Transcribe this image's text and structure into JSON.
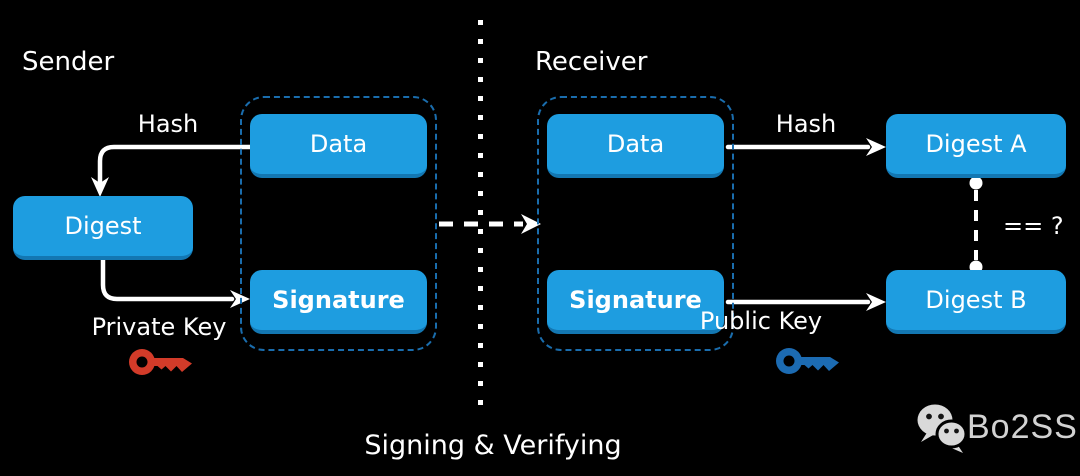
{
  "caption": "Signing & Verifying",
  "sender": {
    "label": "Sender",
    "hash_label": "Hash",
    "private_key_label": "Private Key",
    "data_label": "Data",
    "signature_label": "Signature",
    "digest_label": "Digest"
  },
  "receiver": {
    "label": "Receiver",
    "hash_label": "Hash",
    "public_key_label": "Public Key",
    "data_label": "Data",
    "signature_label": "Signature",
    "digest_a_label": "Digest A",
    "digest_b_label": "Digest B"
  },
  "compare": {
    "label": "== ?"
  },
  "watermark": {
    "text": "Bo2SS",
    "icon": "wechat-icon"
  },
  "icons": {
    "private_key": "key-icon-red",
    "public_key": "key-icon-blue"
  },
  "colors": {
    "background": "#000000",
    "box_fill": "#1E9DE0",
    "box_edge": "#1377B2",
    "container_border": "#1A6DAD",
    "arrow": "#FFFFFF",
    "private_key": "#D23B29",
    "public_key": "#1C6BB2",
    "watermark": "#D9D9D9"
  }
}
